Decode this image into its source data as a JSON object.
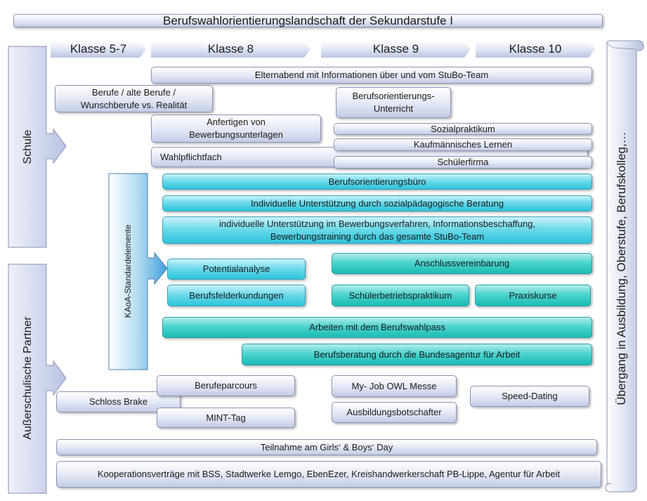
{
  "title": "Berufswahlorientierungslandschaft  der Sekundarstufe I",
  "grades": [
    "Klasse 5-7",
    "Klasse 8",
    "Klasse 9",
    "Klasse 10"
  ],
  "sides": {
    "school": "Schule",
    "partners": "Außerschulische Partner",
    "transition": "Übergang in Ausbildung, Oberstufe, Berufskolleg,…",
    "kaoa": "KAoA-Standardelemente"
  },
  "boxes": {
    "elternabend": "Elternabend mit  Informationen über und vom StuBo-Team",
    "berufe": "Berufe / alte Berufe /\nWunschberufe vs. Realität",
    "bo_unterricht": "Berufsorientierungs-\nUnterricht",
    "bewerbung": "Anfertigen von\nBewerbungsunterlagen",
    "sozialpraktikum": "Sozialpraktikum",
    "kaufmaennisch": "Kaufmännisches Lernen",
    "wahlpflicht": "Wahlpflichtfach",
    "schuelerfirma": "Schülerfirma",
    "bo_buero": "Berufsorientierungsbüro",
    "sozialpaed": "Individuelle Unterstützung durch sozialpädagogische Beratung",
    "stubo_team": "individuelle Unterstützung  im Bewerbungsverfahren, Informationsbeschaffung,\nBewerbungstraining durch das gesamte StuBo-Team",
    "potentialanalyse": "Potentialanalyse",
    "anschluss": "Anschlussvereinbarung",
    "berufsfeld": "Berufsfelderkundungen",
    "betriebspraktikum": "Schülerbetriebspraktikum",
    "praxiskurse": "Praxiskurse",
    "berufswahlpass": "Arbeiten mit dem Berufswahlpass",
    "berufsberatung": "Berufsberatung durch die Bundesagentur für Arbeit",
    "berufeparcours": "Berufeparcours",
    "schloss": "Schloss Brake",
    "mint": "MINT-Tag",
    "myjob": "My- Job OWL Messe",
    "botschafter": "Ausbildungsbotschafter",
    "speeddating": "Speed-Dating",
    "girlsboys": "Teilnahme am Girls‘ & Boys‘ Day",
    "kooperation": "Kooperationsverträge mit BSS, Stadtwerke Lemgo, EbenEzer, Kreishandwerkerschaft PB-Lippe, Agentur für Arbeit"
  }
}
